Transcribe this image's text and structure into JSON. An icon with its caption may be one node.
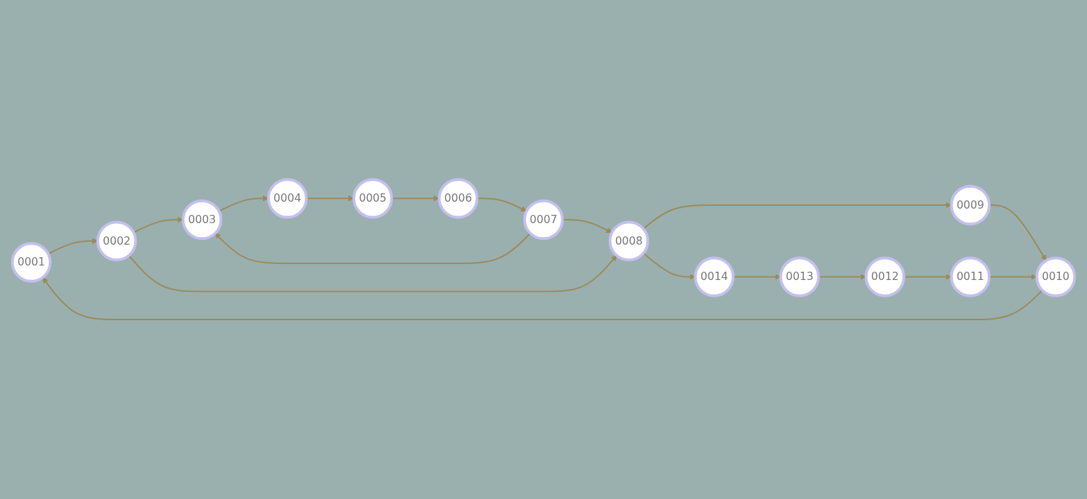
{
  "diagram": {
    "nodes": [
      {
        "text": [
          "0001"
        ]
      },
      {
        "text": [
          "0002"
        ]
      },
      {
        "text": [
          "0003"
        ]
      },
      {
        "text": [
          "0004"
        ]
      },
      {
        "text": [
          "0005"
        ]
      },
      {
        "text": [
          "0006"
        ]
      },
      {
        "text": [
          "0007"
        ]
      },
      {
        "text": [
          "0008"
        ]
      },
      {
        "text": [
          "0009"
        ]
      },
      {
        "text": [
          "0010"
        ]
      },
      {
        "text": [
          "0011"
        ]
      },
      {
        "text": [
          "0012"
        ]
      },
      {
        "text": [
          "0013"
        ]
      },
      {
        "text": [
          "0014"
        ]
      }
    ],
    "edges": [
      {
        "from": 0,
        "to": 1,
        "arrow": "to"
      },
      {
        "from": 1,
        "to": 2,
        "arrow": "to"
      },
      {
        "from": 2,
        "to": 3,
        "arrow": "to"
      },
      {
        "from": 3,
        "to": 4,
        "arrow": "to"
      },
      {
        "from": 4,
        "to": 5,
        "arrow": "to"
      },
      {
        "from": 5,
        "to": 6,
        "arrow": "to"
      },
      {
        "from": 6,
        "to": 7,
        "arrow": "to"
      },
      {
        "from": 7,
        "to": 8,
        "arrow": "to"
      },
      {
        "from": 8,
        "to": 9,
        "arrow": "to"
      },
      {
        "from": 9,
        "to": 0,
        "arrow": "to"
      },
      {
        "from": 1,
        "to": 7,
        "arrow": "to"
      },
      {
        "from": 6,
        "to": 2,
        "arrow": "to"
      },
      {
        "from": 7,
        "to": 13,
        "arrow": "to"
      },
      {
        "from": 13,
        "to": 12,
        "arrow": "to"
      },
      {
        "from": 12,
        "to": 11,
        "arrow": "to"
      },
      {
        "from": 11,
        "to": 10,
        "arrow": "to"
      },
      {
        "from": 10,
        "to": 9,
        "arrow": "to"
      }
    ]
  }
}
